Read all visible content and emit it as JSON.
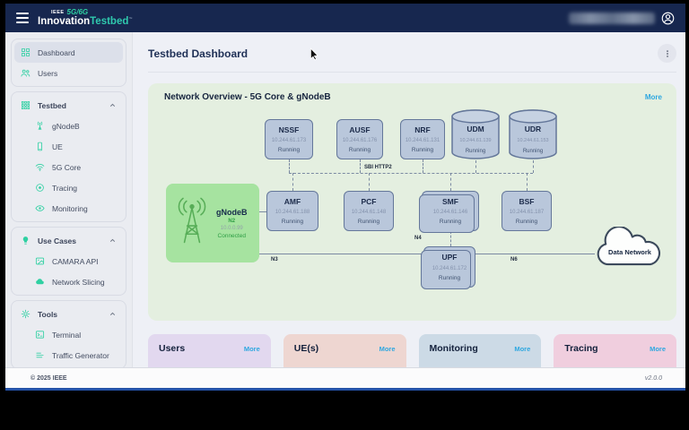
{
  "topbar": {
    "logo": {
      "ieee": "IEEE",
      "tech": "5G/6G",
      "name_a": "Innovation",
      "name_b": "Testbed",
      "tm": "™"
    }
  },
  "sidebar": {
    "items": [
      {
        "label": "Dashboard"
      },
      {
        "label": "Users"
      }
    ],
    "groups": [
      {
        "label": "Testbed",
        "children": [
          {
            "label": "gNodeB"
          },
          {
            "label": "UE"
          },
          {
            "label": "5G Core"
          },
          {
            "label": "Tracing"
          },
          {
            "label": "Monitoring"
          }
        ]
      },
      {
        "label": "Use Cases",
        "children": [
          {
            "label": "CAMARA API"
          },
          {
            "label": "Network Slicing"
          }
        ]
      },
      {
        "label": "Tools",
        "children": [
          {
            "label": "Terminal"
          },
          {
            "label": "Traffic Generator"
          }
        ]
      }
    ]
  },
  "page": {
    "title": "Testbed Dashboard"
  },
  "overview": {
    "title": "Network Overview - 5G Core & gNodeB",
    "more_label": "More"
  },
  "diagram": {
    "bus_label": "SBI HTTP2",
    "row1": [
      {
        "name": "NSSF",
        "ip": "10.244.61.173",
        "status": "Running"
      },
      {
        "name": "AUSF",
        "ip": "10.244.61.176",
        "status": "Running"
      },
      {
        "name": "NRF",
        "ip": "10.244.61.131",
        "status": "Running"
      },
      {
        "name": "UDM",
        "ip": "10.244.61.139",
        "status": "Running"
      },
      {
        "name": "UDR",
        "ip": "10.244.61.153",
        "status": "Running"
      }
    ],
    "row2": [
      {
        "name": "AMF",
        "ip": "10.244.61.188",
        "status": "Running"
      },
      {
        "name": "PCF",
        "ip": "10.244.61.148",
        "status": "Running"
      },
      {
        "name": "SMF",
        "ip": "10.244.61.146",
        "status": "Running"
      },
      {
        "name": "BSF",
        "ip": "10.244.61.187",
        "status": "Running"
      }
    ],
    "gnodeb": {
      "name": "gNodeB",
      "interface": "N2",
      "ip": "10.0.0.99",
      "status": "Connected"
    },
    "upf": {
      "name": "UPF",
      "ip": "10.244.61.172",
      "status": "Running"
    },
    "data_network": "Data Network",
    "interfaces": {
      "n3": "N3",
      "n4": "N4",
      "n6": "N6"
    }
  },
  "cards": [
    {
      "title": "Users",
      "more": "More"
    },
    {
      "title": "UE(s)",
      "more": "More"
    },
    {
      "title": "Monitoring",
      "more": "More"
    },
    {
      "title": "Tracing",
      "more": "More"
    }
  ],
  "footer": {
    "copyright": "© 2025 IEEE",
    "version": "v2.0.0"
  },
  "colors": {
    "topbar_navy": "#17274f",
    "accent_teal": "#2fd0a2",
    "more_link": "#2ea7e0",
    "overview_bg": "#e4efe0",
    "node_fill": "#b9c7db",
    "node_border": "#64779a",
    "gnodeb_green": "#a6e3a0",
    "card_users": "#e2d8ef",
    "card_ue": "#eed6d1",
    "card_monitoring": "#ccdae6",
    "card_tracing": "#f0cede",
    "footer_line": "#2553a8"
  }
}
